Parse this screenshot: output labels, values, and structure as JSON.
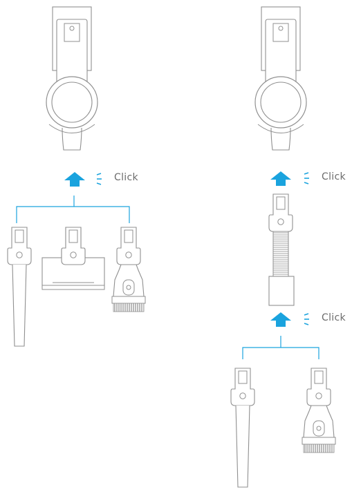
{
  "labels": {
    "left_click": "Click",
    "right_click_top": "Click",
    "right_click_bottom": "Click"
  },
  "colors": {
    "accent": "#1aa3de",
    "outline": "#8f8f8f",
    "brush": "#8c8c8c",
    "text": "#6b6b6b"
  },
  "icons": [
    "up-arrow-icon",
    "click-sound-icon"
  ]
}
